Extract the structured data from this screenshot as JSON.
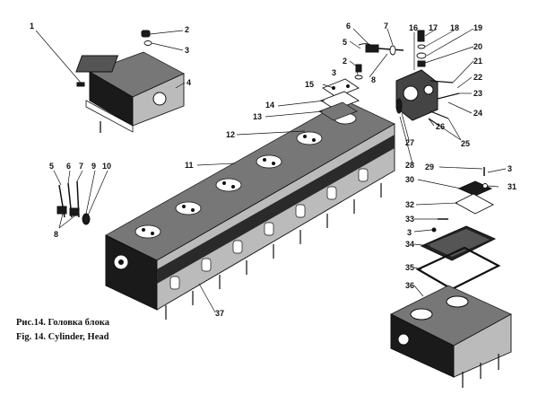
{
  "caption": {
    "ru": "Рис.14. Головка блока",
    "en": "Fig. 14. Cylinder,  Head"
  },
  "callouts": [
    "1",
    "2",
    "3",
    "4",
    "5",
    "6",
    "7",
    "8",
    "9",
    "10",
    "11",
    "12",
    "13",
    "14",
    "15",
    "16",
    "17",
    "18",
    "19",
    "20",
    "21",
    "22",
    "23",
    "24",
    "25",
    "26",
    "27",
    "28",
    "29",
    "30",
    "31",
    "32",
    "33",
    "34",
    "35",
    "36",
    "37"
  ]
}
